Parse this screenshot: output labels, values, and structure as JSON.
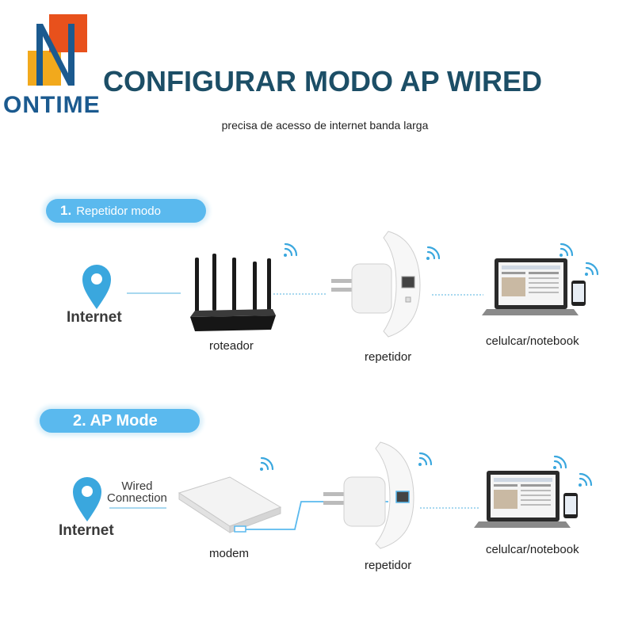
{
  "brand": {
    "name": "ONTIME"
  },
  "header": {
    "title": "CONFIGURAR MODO AP WIRED",
    "subtitle": "precisa de acesso de internet banda larga"
  },
  "colors": {
    "accent": "#5ab9ee",
    "title": "#1c4e66",
    "logo_blue": "#1b5a8f",
    "logo_orange": "#e8511c",
    "logo_yellow": "#f2a91c",
    "pin": "#3aa7de",
    "cable": "#5ab9ee"
  },
  "section1": {
    "number": "1.",
    "label": "Repetidor modo",
    "internet_label": "Internet",
    "router_label": "roteador",
    "repeater_label": "repetidor",
    "client_label": "celulcar/notebook"
  },
  "section2": {
    "label": "2. AP Mode",
    "internet_label": "Internet",
    "wired_line1": "Wired",
    "wired_line2": "Connection",
    "modem_label": "modem",
    "repeater_label": "repetidor",
    "client_label": "celulcar/notebook"
  },
  "icons": [
    "location-pin-icon",
    "wifi-signal-icon",
    "router-icon",
    "repeater-icon",
    "laptop-icon",
    "phone-icon",
    "modem-icon"
  ]
}
